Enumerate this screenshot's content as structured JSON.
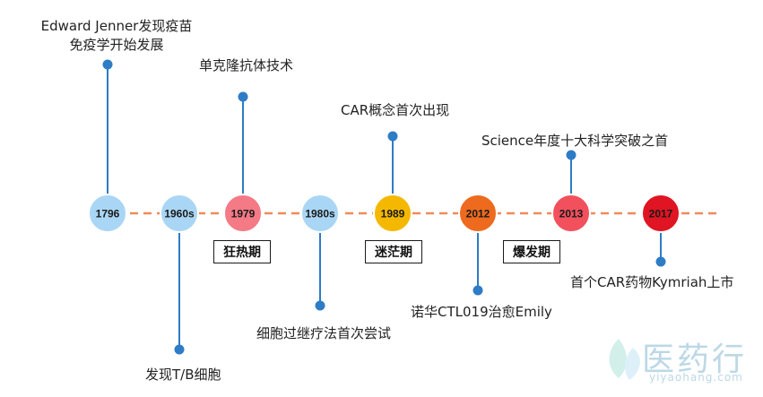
{
  "timeline": {
    "nodes": [
      {
        "label": "1796",
        "color": "#a9d6f5"
      },
      {
        "label": "1960s",
        "color": "#a9d6f5"
      },
      {
        "label": "1979",
        "color": "#f47a86"
      },
      {
        "label": "1980s",
        "color": "#a9d6f5"
      },
      {
        "label": "1989",
        "color": "#f5b800"
      },
      {
        "label": "2012",
        "color": "#ee6a1e"
      },
      {
        "label": "2013",
        "color": "#f2505d"
      },
      {
        "label": "2017",
        "color": "#e01422"
      }
    ],
    "line_color": "#f08a5a",
    "marker_color": "#2e7cc6"
  },
  "events": {
    "jenner_line1": "Edward Jenner发现疫苗",
    "jenner_line2": "免疫学开始发展",
    "tb_cells": "发现T/B细胞",
    "monoclonal": "单克隆抗体技术",
    "adoptive": "细胞过继疗法首次尝试",
    "car_concept": "CAR概念首次出现",
    "novartis": "诺华CTL019治愈Emily",
    "science": "Science年度十大科学突破之首",
    "kymriah": "首个CAR药物Kymriah上市"
  },
  "periods": {
    "frenzy": "狂热期",
    "confusion": "迷茫期",
    "explosion": "爆发期"
  },
  "watermark": {
    "name": "医药行",
    "url": "yiyaohang.com"
  }
}
